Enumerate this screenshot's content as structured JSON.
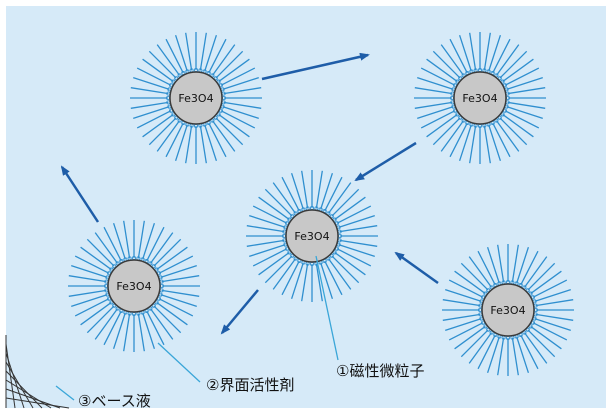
{
  "colors": {
    "background": "#d6eaf8",
    "surfactant": "#2f8fcf",
    "core_fill": "#c8c8c8",
    "core_stroke": "#3a3a3a",
    "arrow": "#1e5da8",
    "leader": "#3aa6d8"
  },
  "particles": [
    {
      "label": "Fe3O4"
    },
    {
      "label": "Fe3O4"
    },
    {
      "label": "Fe3O4"
    },
    {
      "label": "Fe3O4"
    },
    {
      "label": "Fe3O4"
    }
  ],
  "callouts": {
    "magnetic_particle": "①磁性微粒子",
    "surfactant": "②界面活性剤",
    "base_liquid": "③ベース液"
  }
}
